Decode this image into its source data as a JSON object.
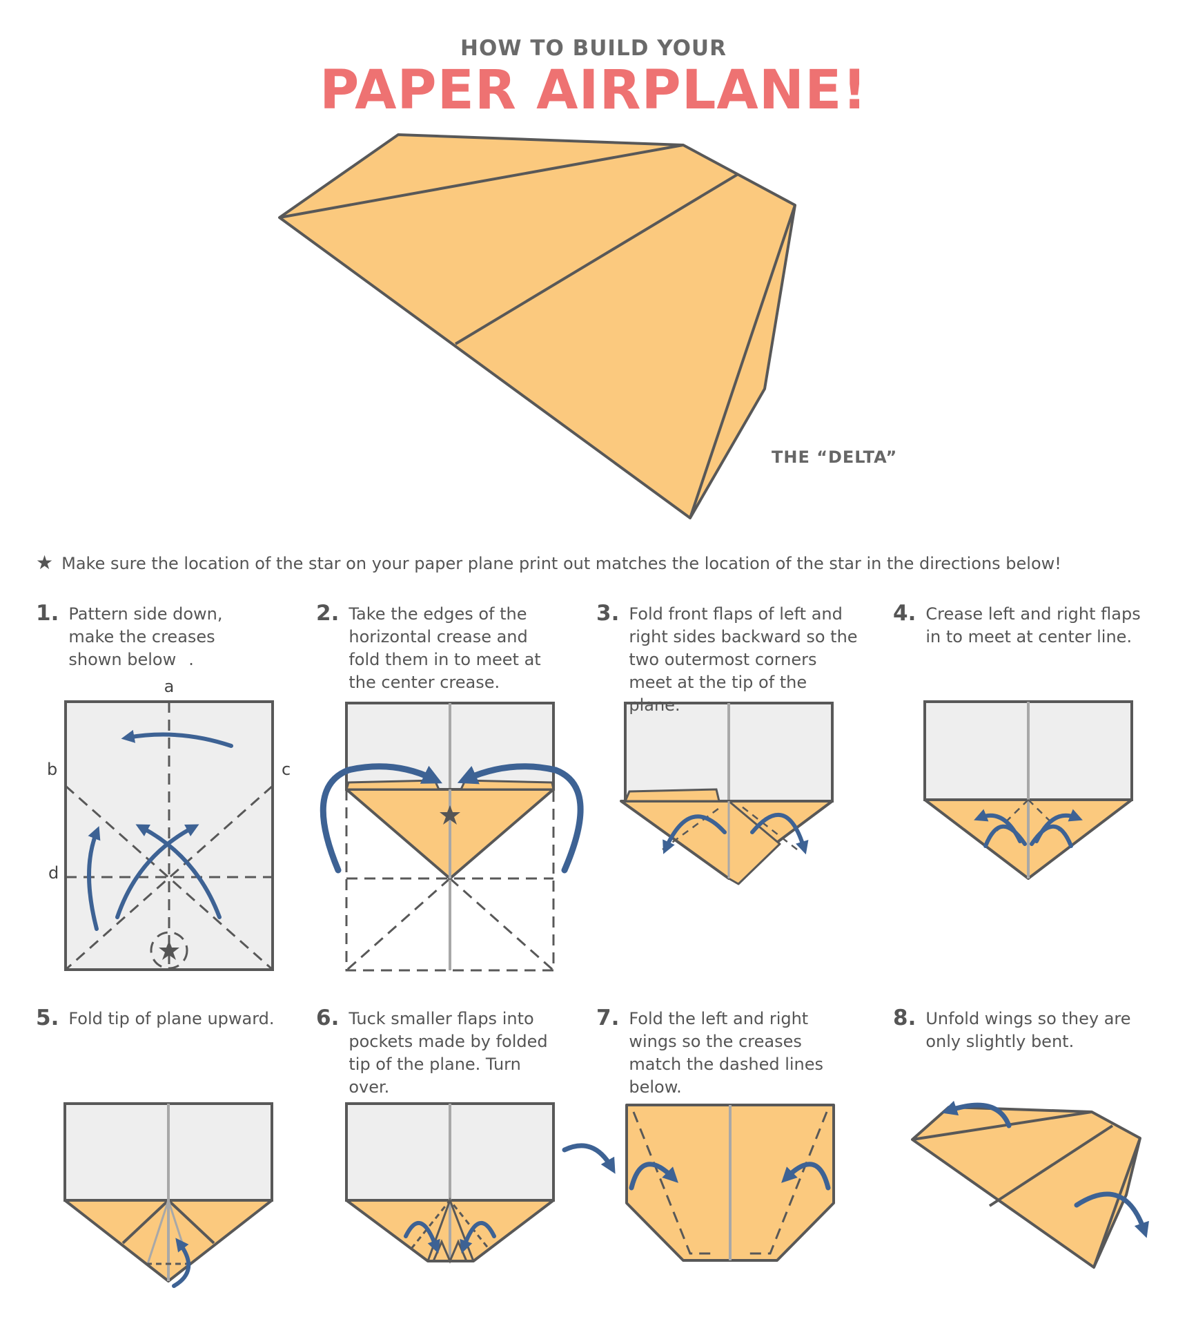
{
  "header": {
    "kicker": "HOW TO BUILD YOUR",
    "title": "PAPER AIRPLANE!"
  },
  "plane_label": "THE “DELTA”",
  "note": {
    "icon": "star-icon",
    "text": "Make sure the location of the star on your paper plane print out matches the location of the star in the directions below!"
  },
  "colors": {
    "paper": "#fbc97e",
    "sheet": "#eeeeee",
    "outline": "#585858",
    "arrow": "#3d6294",
    "title": "#ee7272",
    "crease": "#a8a8a8"
  },
  "steps": [
    {
      "number": "1.",
      "text": "Pattern side down, make the creases shown below",
      "dot": "."
    },
    {
      "number": "2.",
      "text": "Take the edges of the horizontal crease and fold them in to meet at the center crease."
    },
    {
      "number": "3.",
      "text": "Fold front flaps of left and right sides backward so the two outermost corners meet at the tip of the plane."
    },
    {
      "number": "4.",
      "text": "Crease left and right flaps in to meet at center line."
    },
    {
      "number": "5.",
      "text": "Fold tip of plane upward."
    },
    {
      "number": "6.",
      "text": "Tuck smaller flaps into pockets made by folded tip of the plane. Turn over."
    },
    {
      "number": "7.",
      "text": "Fold the left and right wings so the creases match the dashed lines below."
    },
    {
      "number": "8.",
      "text": "Unfold wings so they are only slightly bent."
    }
  ],
  "crease_labels": {
    "a": "a",
    "b": "b",
    "c": "c",
    "d": "d"
  }
}
